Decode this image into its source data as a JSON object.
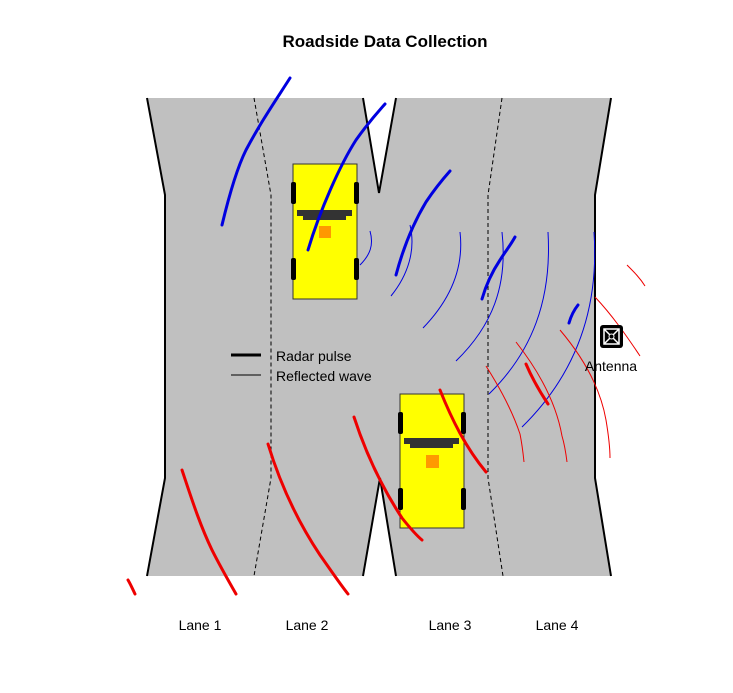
{
  "title": "Roadside Data Collection",
  "legend": {
    "pulse_label": "Radar pulse",
    "reflected_label": "Reflected wave"
  },
  "antenna": {
    "label": "Antenna",
    "icon": "antenna-icon"
  },
  "lanes": [
    "Lane 1",
    "Lane 2",
    "Lane 3",
    "Lane 4"
  ],
  "colors": {
    "road": "#c0c0c0",
    "car_body": "#ffff00",
    "car_glass": "#333333",
    "car_light": "#ff9900",
    "pulse_blue": "#0000e0",
    "pulse_red": "#ee0000"
  }
}
